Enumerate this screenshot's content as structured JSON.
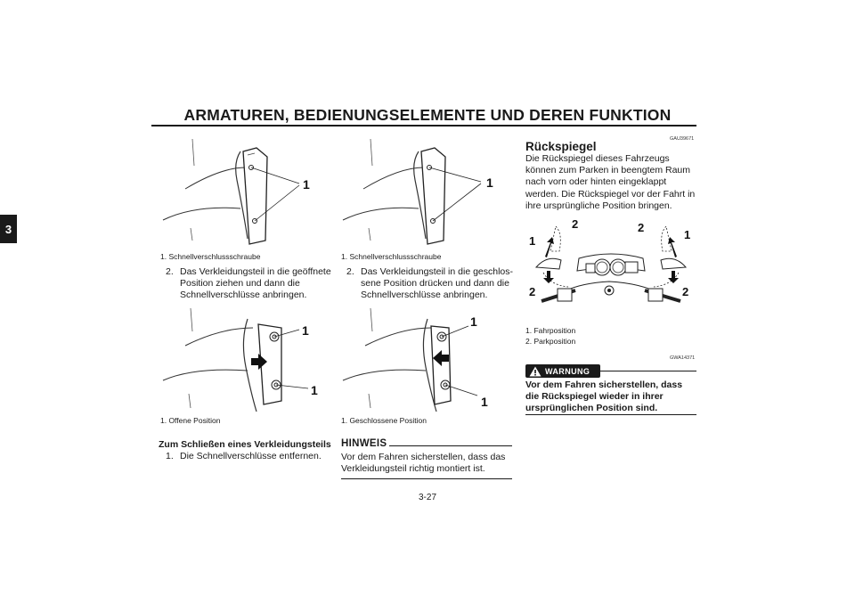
{
  "header": {
    "title": "ARMATUREN, BEDIENUNGSELEMENTE UND DEREN FUNKTION"
  },
  "chapter_tab": "3",
  "page_number": "3-27",
  "left_column": {
    "fig1": {
      "callout": "1",
      "caption": "1. Schnellverschlussschraube"
    },
    "step2": {
      "num": "2.",
      "text": "Das Verkleidungsteil in die geöffnete Position ziehen und dann die Schnell­verschlüsse anbringen."
    },
    "fig2": {
      "callout_a": "1",
      "callout_b": "1",
      "caption": "1. Offene Position"
    },
    "close_heading": "Zum Schließen eines Verkleidungsteils",
    "close_step1": {
      "num": "1.",
      "text": "Die Schnellverschlüsse entfernen."
    }
  },
  "middle_column": {
    "fig1": {
      "callout": "1",
      "caption": "1. Schnellverschlussschraube"
    },
    "step2": {
      "num": "2.",
      "text": "Das Verkleidungsteil in die geschlos­sene Position drücken und dann die Schnellverschlüsse anbringen."
    },
    "fig2": {
      "callout_a": "1",
      "callout_b": "1",
      "caption": "1. Geschlossene Position"
    },
    "note": {
      "title": "HINWEIS",
      "text": "Vor dem Fahren sicherstellen, dass das Verkleidungsteil richtig montiert ist."
    }
  },
  "right_column": {
    "code1": "GAU39671",
    "title": "Rückspiegel",
    "intro": "Die Rückspiegel dieses Fahrzeugs können zum Parken in beengtem Raum nach vorn oder hinten eingeklappt werden. Die Rück­spiegel vor der Fahrt in ihre ursprüngliche Position bringen.",
    "fig": {
      "c1_left": "1",
      "c2_left": "2",
      "c2_top_left": "2",
      "c2_top_right": "2",
      "c1_right": "1",
      "c2_right": "2"
    },
    "captions": [
      "1. Fahrposition",
      "2. Parkposition"
    ],
    "code2": "GWA14371",
    "warning_label": "WARNUNG",
    "warning_text": "Vor dem Fahren sicherstellen, dass die Rückspiegel wieder in ihrer ursprüngli­chen Position sind."
  }
}
